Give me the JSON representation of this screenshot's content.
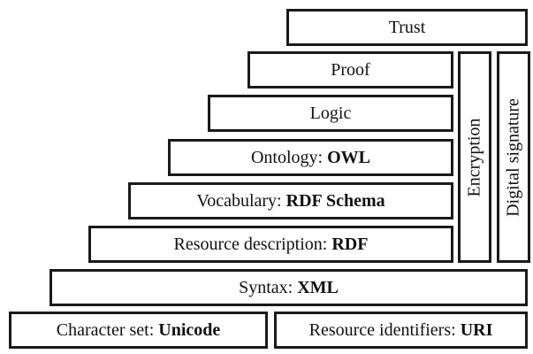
{
  "layers": {
    "trust": {
      "label": "Trust"
    },
    "proof": {
      "label": "Proof"
    },
    "logic": {
      "label": "Logic"
    },
    "ontology": {
      "label": "Ontology: ",
      "tech": "OWL"
    },
    "vocabulary": {
      "label": "Vocabulary: ",
      "tech": "RDF Schema"
    },
    "resource_description": {
      "label": "Resource description: ",
      "tech": "RDF"
    },
    "syntax": {
      "label": "Syntax: ",
      "tech": "XML"
    },
    "character_set": {
      "label": "Character set: ",
      "tech": "Unicode"
    },
    "resource_identifiers": {
      "label": "Resource identifiers: ",
      "tech": "URI"
    }
  },
  "vertical_columns": {
    "encryption": "Encryption",
    "digital_signature": "Digital signature"
  }
}
